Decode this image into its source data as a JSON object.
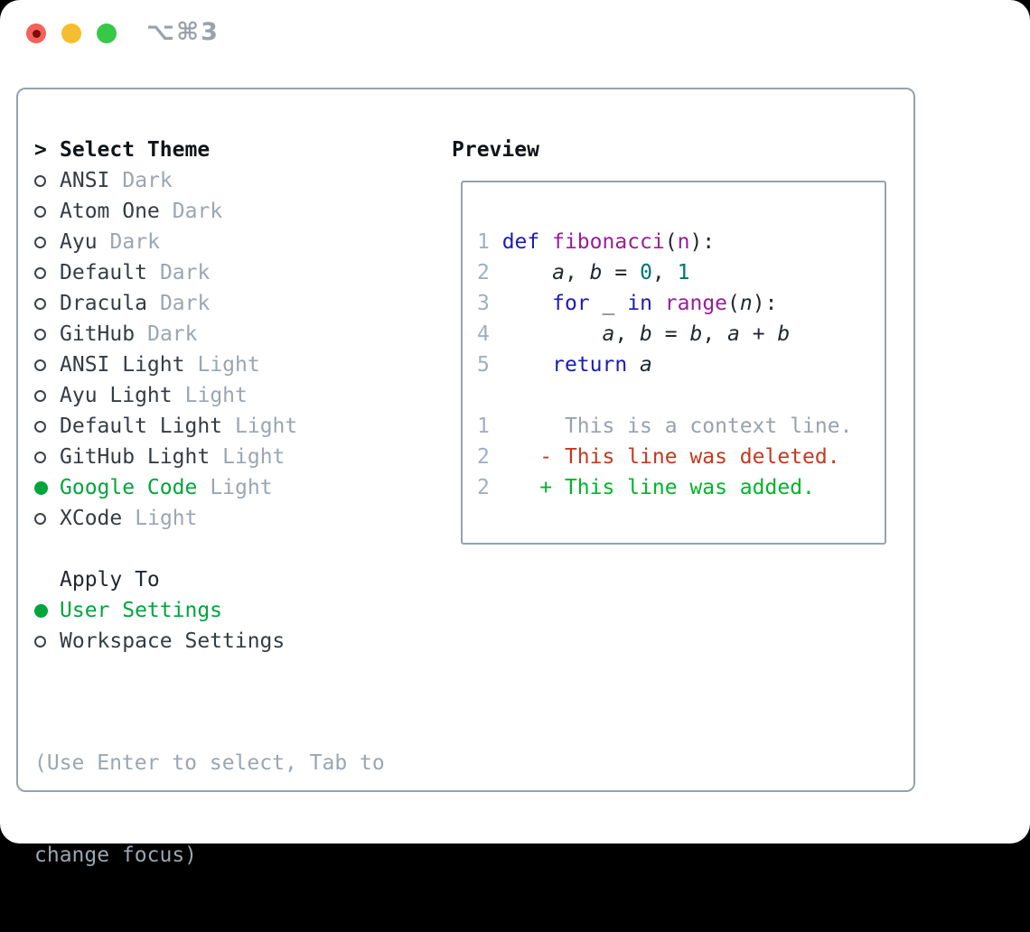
{
  "window": {
    "title": "⌥⌘3"
  },
  "colors": {
    "selection_green": "#00a53c",
    "added_green": "#00b42a",
    "deleted_red": "#c23a20",
    "keyword_blue": "#1c1cb2",
    "function_magenta": "#9a1d9a",
    "literal_teal": "#007272",
    "muted_gray": "#9aa6b2",
    "border_gray": "#98a2ae"
  },
  "theme_panel": {
    "heading_marker": ">",
    "heading": "Select Theme",
    "items": [
      {
        "label": "ANSI",
        "tag": "Dark",
        "selected": false
      },
      {
        "label": "Atom One",
        "tag": "Dark",
        "selected": false
      },
      {
        "label": "Ayu",
        "tag": "Dark",
        "selected": false
      },
      {
        "label": "Default",
        "tag": "Dark",
        "selected": false
      },
      {
        "label": "Dracula",
        "tag": "Dark",
        "selected": false
      },
      {
        "label": "GitHub",
        "tag": "Dark",
        "selected": false
      },
      {
        "label": "ANSI Light",
        "tag": "Light",
        "selected": false
      },
      {
        "label": "Ayu Light",
        "tag": "Light",
        "selected": false
      },
      {
        "label": "Default Light",
        "tag": "Light",
        "selected": false
      },
      {
        "label": "GitHub Light",
        "tag": "Light",
        "selected": false
      },
      {
        "label": "Google Code",
        "tag": "Light",
        "selected": true
      },
      {
        "label": "XCode",
        "tag": "Light",
        "selected": false
      }
    ],
    "apply_to": {
      "heading": "Apply To",
      "options": [
        {
          "label": "User Settings",
          "selected": true
        },
        {
          "label": "Workspace Settings",
          "selected": false
        }
      ]
    },
    "help_line1": "(Use Enter to select, Tab to",
    "help_line2": "change focus)"
  },
  "preview": {
    "heading": "Preview",
    "code_lines": [
      {
        "no": "1",
        "tokens": [
          [
            "kw",
            "def"
          ],
          [
            "pl",
            " "
          ],
          [
            "fn",
            "fibonacci"
          ],
          [
            "pl",
            "("
          ],
          [
            "fn",
            "n"
          ],
          [
            "pl",
            "):"
          ]
        ]
      },
      {
        "no": "2",
        "tokens": [
          [
            "pl",
            "    "
          ],
          [
            "var",
            "a"
          ],
          [
            "pl",
            ", "
          ],
          [
            "var",
            "b"
          ],
          [
            "pl",
            " = "
          ],
          [
            "lit",
            "0"
          ],
          [
            "pl",
            ", "
          ],
          [
            "lit",
            "1"
          ]
        ]
      },
      {
        "no": "3",
        "tokens": [
          [
            "pl",
            "    "
          ],
          [
            "kw",
            "for"
          ],
          [
            "pl",
            " "
          ],
          [
            "var",
            "_"
          ],
          [
            "pl",
            " "
          ],
          [
            "kw",
            "in"
          ],
          [
            "pl",
            " "
          ],
          [
            "fn",
            "range"
          ],
          [
            "pl",
            "("
          ],
          [
            "var",
            "n"
          ],
          [
            "pl",
            "):"
          ]
        ]
      },
      {
        "no": "4",
        "tokens": [
          [
            "pl",
            "        "
          ],
          [
            "var",
            "a"
          ],
          [
            "pl",
            ", "
          ],
          [
            "var",
            "b"
          ],
          [
            "pl",
            " = "
          ],
          [
            "var",
            "b"
          ],
          [
            "pl",
            ", "
          ],
          [
            "var",
            "a"
          ],
          [
            "pl",
            " + "
          ],
          [
            "var",
            "b"
          ]
        ]
      },
      {
        "no": "5",
        "tokens": [
          [
            "pl",
            "    "
          ],
          [
            "kw",
            "return"
          ],
          [
            "pl",
            " "
          ],
          [
            "var",
            "a"
          ]
        ]
      }
    ],
    "diff_lines": [
      {
        "no": "1",
        "tokens": [
          [
            "ctx",
            "     This is a context line."
          ]
        ]
      },
      {
        "no": "2",
        "tokens": [
          [
            "del",
            "   - This line was deleted."
          ]
        ]
      },
      {
        "no": "2",
        "tokens": [
          [
            "add",
            "   + This line was added."
          ]
        ]
      }
    ]
  }
}
